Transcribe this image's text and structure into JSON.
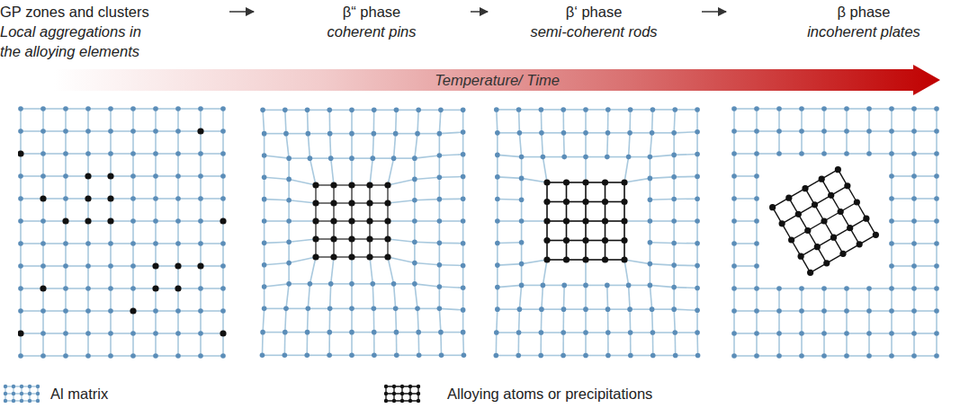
{
  "diagram": {
    "nodes": [
      {
        "text": [
          "GP zones and clusters",
          "Local aggregations in the alloying elements"
        ]
      },
      {
        "text": [
          "β“ phase",
          "coherent pins"
        ]
      },
      {
        "text": [
          "β‘ phase",
          "semi-coherent rods"
        ]
      },
      {
        "text": [
          "β phase",
          "incoherent plates"
        ]
      },
      {
        "text": [
          "Temperature/ Time"
        ]
      }
    ],
    "edges": [
      {
        "from": 0,
        "to": 1,
        "arrow": "to"
      },
      {
        "from": 1,
        "to": 2,
        "arrow": "to"
      },
      {
        "from": 2,
        "to": 3,
        "arrow": "to"
      }
    ],
    "legend": [
      {
        "text": "Al matrix"
      },
      {
        "text": "Alloying atoms or precipitations"
      }
    ]
  }
}
